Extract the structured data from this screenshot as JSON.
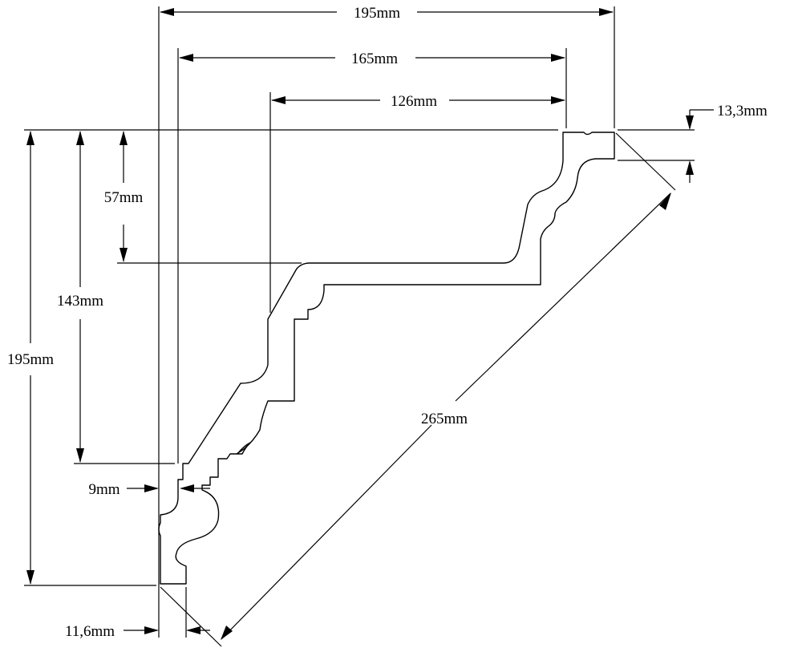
{
  "dimensions": {
    "overall_width": "195mm",
    "projection_165": "165mm",
    "projection_126": "126mm",
    "top_edge": "13,3mm",
    "height_57": "57mm",
    "height_143": "143mm",
    "overall_height": "195mm",
    "diagonal": "265mm",
    "wall_offset": "9mm",
    "bottom_edge": "11,6mm"
  }
}
